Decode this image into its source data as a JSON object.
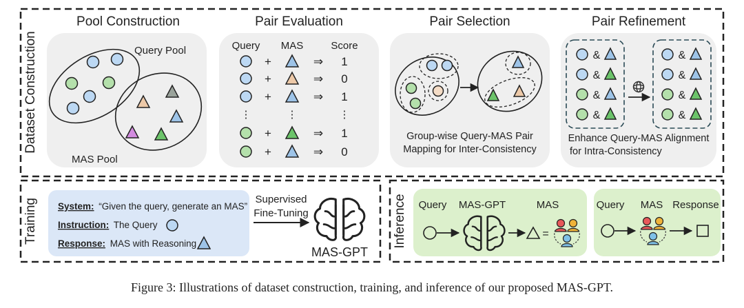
{
  "dataset": {
    "section_label": "Dataset Construction",
    "pool": {
      "title": "Pool Construction",
      "query_pool_label": "Query Pool",
      "mas_pool_label": "MAS Pool"
    },
    "evaluation": {
      "title": "Pair Evaluation",
      "headers": [
        "Query",
        "MAS",
        "Score"
      ],
      "rows": [
        {
          "plus": "+",
          "arrow": "⇒",
          "score": "1"
        },
        {
          "plus": "+",
          "arrow": "⇒",
          "score": "0"
        },
        {
          "plus": "+",
          "arrow": "⇒",
          "score": "1"
        },
        {
          "plus": "⋮",
          "arrow": "⋮",
          "score": "⋮"
        },
        {
          "plus": "+",
          "arrow": "⇒",
          "score": "1"
        },
        {
          "plus": "+",
          "arrow": "⇒",
          "score": "0"
        }
      ]
    },
    "selection": {
      "title": "Pair Selection",
      "caption_line1": "Group-wise Query-MAS Pair",
      "caption_line2": "Mapping for Inter-Consistency"
    },
    "refinement": {
      "title": "Pair Refinement",
      "amp": "&",
      "caption_line1": "Enhance Query-MAS Alignment",
      "caption_line2": "for Intra-Consistency"
    }
  },
  "training": {
    "section_label": "Training",
    "system_label": "System:",
    "system_text": "“Given the query, generate an MAS”",
    "instruction_label": "Instruction:",
    "instruction_text": "The Query",
    "response_label": "Response:",
    "response_text": "MAS with Reasoning",
    "arrow_line1": "Supervised",
    "arrow_line2": "Fine-Tuning",
    "model_label": "MAS-GPT"
  },
  "inference": {
    "section_label": "Inference",
    "query_label": "Query",
    "model_label": "MAS-GPT",
    "mas_label": "MAS",
    "equals": "=",
    "query_label2": "Query",
    "mas_label2": "MAS",
    "response_label": "Response"
  },
  "figure_caption": "Figure 3: Illustrations of dataset construction, training, and inference of our proposed MAS-GPT.",
  "colors": {
    "panel_gray": "#efefef",
    "training_blue": "#dbe7f7",
    "inference_green": "#dcf0cc",
    "circle_blue": "#bcd8f3",
    "circle_green": "#b4e0ab",
    "circle_peach": "#f4dcc6",
    "tri_blue": "#9ec4e8",
    "tri_green": "#6cc46a",
    "tri_peach": "#edc9a8",
    "tri_gray": "#9aa39b",
    "tri_purple": "#d38ce0"
  }
}
